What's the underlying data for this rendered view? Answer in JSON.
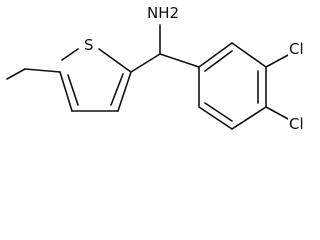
{
  "molecule": {
    "atoms": {
      "nh2": {
        "element": "N",
        "text": "NH2"
      },
      "sulfur": {
        "element": "S",
        "text": "S"
      },
      "chloro_top": {
        "element": "Cl",
        "text": "Cl"
      },
      "chloro_bottom": {
        "element": "Cl",
        "text": "Cl"
      }
    }
  },
  "colors": {
    "bond": "#111111",
    "text": "#111111",
    "background": "#ffffff"
  }
}
